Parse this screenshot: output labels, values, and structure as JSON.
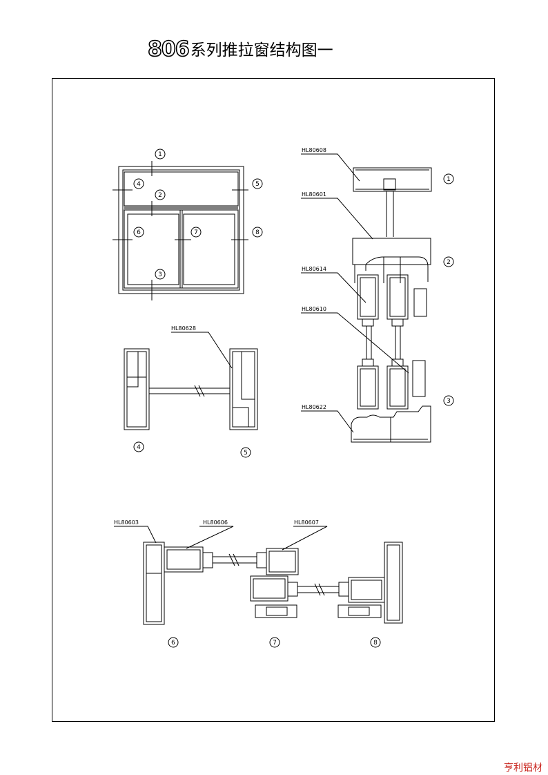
{
  "title": {
    "number": "806",
    "text": "系列推拉窗结构图一"
  },
  "watermark": "亨利铝材",
  "part_codes": {
    "p80608": "HL80608",
    "p80601": "HL80601",
    "p80614": "HL80614",
    "p80610": "HL80610",
    "p80622": "HL80622",
    "p80628": "HL80628",
    "p80603": "HL80603",
    "p80606": "HL80606",
    "p80607": "HL80607"
  },
  "section_markers": [
    "1",
    "2",
    "3",
    "4",
    "5",
    "6",
    "7",
    "8"
  ]
}
